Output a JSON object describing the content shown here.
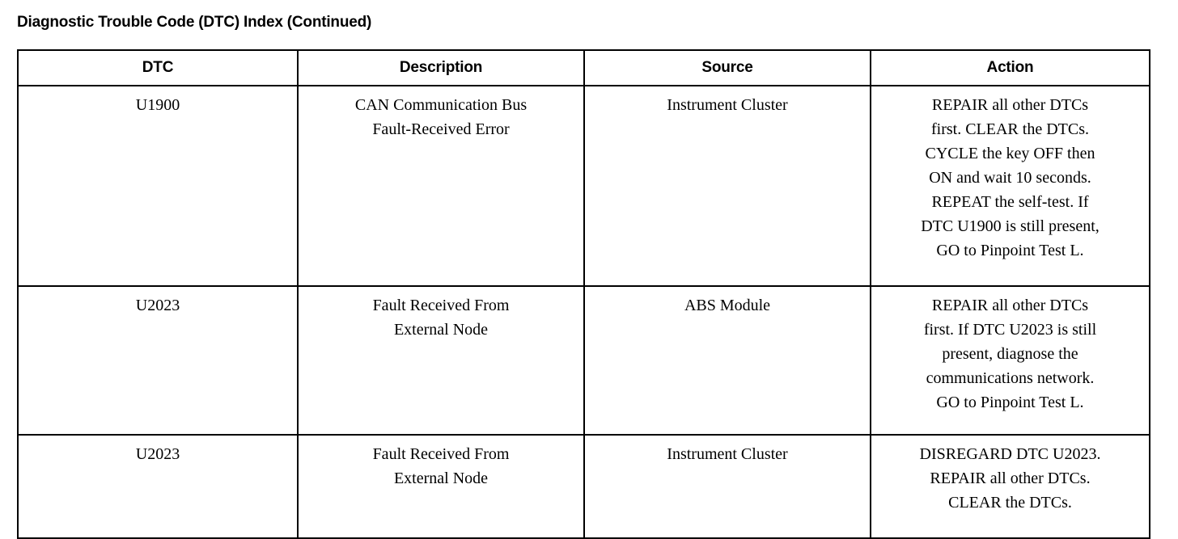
{
  "document": {
    "title": "Diagnostic Trouble Code (DTC) Index (Continued)"
  },
  "table": {
    "headers": {
      "dtc": "DTC",
      "description": "Description",
      "source": "Source",
      "action": "Action"
    },
    "rows": [
      {
        "dtc": "U1900",
        "description_lines": [
          "CAN Communication Bus",
          "Fault-Received Error"
        ],
        "source_lines": [
          "Instrument Cluster"
        ],
        "action_lines": [
          "REPAIR all other DTCs",
          "first. CLEAR the DTCs.",
          "CYCLE the key OFF then",
          "ON and wait 10 seconds.",
          "REPEAT the self-test. If",
          "DTC U1900 is still present,",
          "GO to Pinpoint Test L."
        ]
      },
      {
        "dtc": "U2023",
        "description_lines": [
          "Fault Received From",
          "External Node"
        ],
        "source_lines": [
          "ABS Module"
        ],
        "action_lines": [
          "REPAIR all other DTCs",
          "first. If DTC U2023 is still",
          "present, diagnose the",
          "communications network.",
          "GO to Pinpoint Test L."
        ]
      },
      {
        "dtc": "U2023",
        "description_lines": [
          "Fault Received From",
          "External Node"
        ],
        "source_lines": [
          "Instrument Cluster"
        ],
        "action_lines": [
          "DISREGARD DTC U2023.",
          "REPAIR all other DTCs.",
          "CLEAR the DTCs."
        ]
      }
    ]
  },
  "colors": {
    "background": "#ffffff",
    "text": "#000000",
    "border": "#000000"
  }
}
